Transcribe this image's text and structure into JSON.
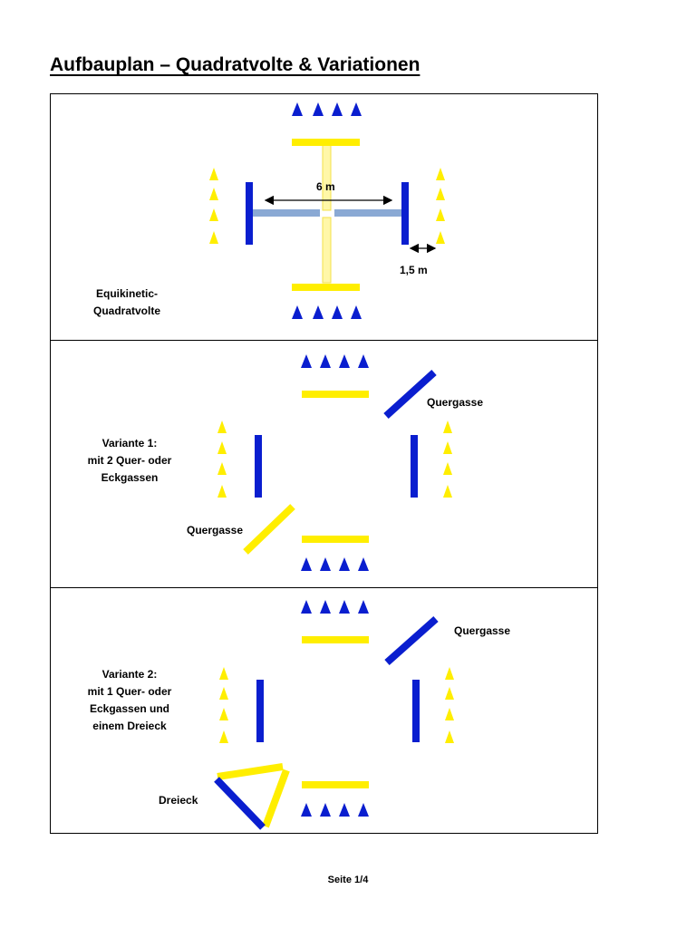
{
  "document": {
    "title": "Aufbauplan – Quadratvolte & Variationen",
    "page_number": "Seite 1/4"
  },
  "colors": {
    "blue": "#0a1ecf",
    "yellow": "#ffee00",
    "light_blue": "#8aa9d4",
    "pale_yellow": "#fff7a8"
  },
  "panel1": {
    "label_line1": "Equikinetic-",
    "label_line2": "Quadratvolte",
    "dimension_width": "6 m",
    "dimension_gap": "1,5 m"
  },
  "panel2": {
    "label_line1": "Variante 1:",
    "label_line2": "mit 2 Quer- oder",
    "label_line3": "Eckgassen",
    "quergasse_top": "Quergasse",
    "quergasse_bottom": "Quergasse"
  },
  "panel3": {
    "label_line1": "Variante 2:",
    "label_line2": "mit 1 Quer- oder",
    "label_line3": "Eckgassen und",
    "label_line4": "einem Dreieck",
    "quergasse_top": "Quergasse",
    "dreieck": "Dreieck"
  }
}
